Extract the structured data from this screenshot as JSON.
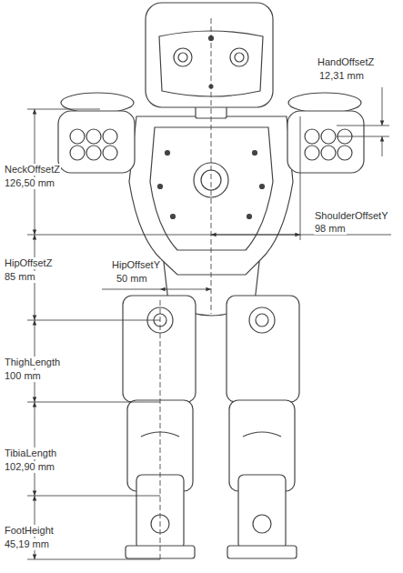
{
  "diagram": {
    "labels": [
      "HandOffsetZ",
      "12,31 mm",
      "NeckOffsetZ",
      "126,50 mm",
      "ShoulderOffsetY",
      "98 mm",
      "HipOffsetZ",
      "85 mm",
      "HipOffsetY",
      "50 mm",
      "ThighLength",
      "100 mm",
      "TibiaLength",
      "102,90 mm",
      "FootHeight",
      "45,19 mm"
    ]
  }
}
